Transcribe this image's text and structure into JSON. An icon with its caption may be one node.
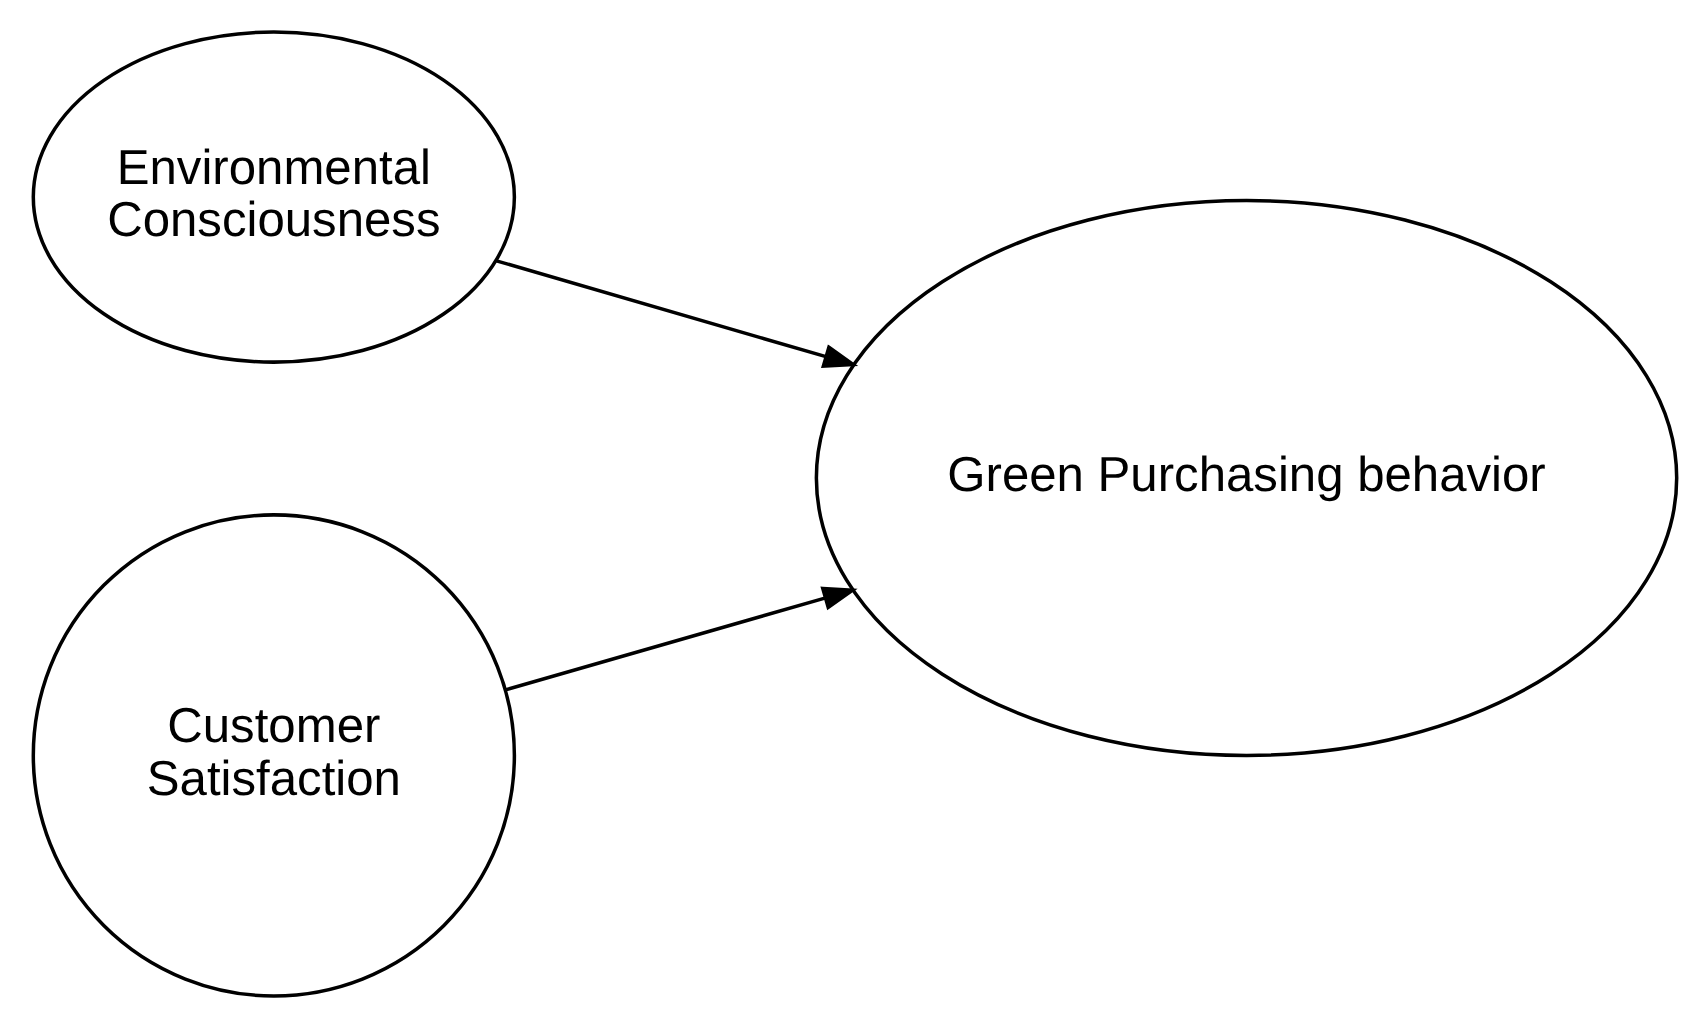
{
  "diagram": {
    "nodes": [
      {
        "text": [
          "Environmental Consciousness"
        ]
      },
      {
        "text": [
          "Customer Satisfaction"
        ]
      },
      {
        "text": [
          "Green Purchasing behavior"
        ]
      }
    ],
    "edges": [
      {
        "from": 0,
        "to": 2,
        "arrow": "to"
      },
      {
        "from": 1,
        "to": 2,
        "arrow": "to"
      }
    ]
  }
}
